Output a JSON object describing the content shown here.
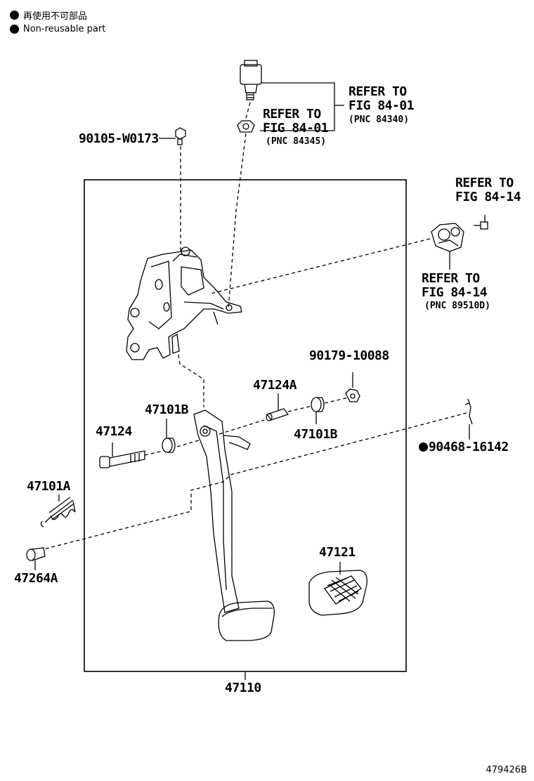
{
  "legend": {
    "jp": "再使用不可部品",
    "en": "Non-reusable part"
  },
  "refs": {
    "r1_line1": "REFER TO",
    "r1_line2": "FIG 84-01",
    "r1_pnc": "(PNC 84340)",
    "r2_line1": "REFER TO",
    "r2_line2": "FIG 84-01",
    "r2_pnc": "(PNC 84345)",
    "r3_line1": "REFER TO",
    "r3_line2": "FIG 84-14",
    "r4_line1": "REFER TO",
    "r4_line2": "FIG 84-14",
    "r4_pnc": "(PNC 89510D)"
  },
  "parts": {
    "p90105": "90105-W0173",
    "p90179": "90179-10088",
    "p47124A": "47124A",
    "p47101B_a": "47101B",
    "p47101B_b": "47101B",
    "p47124": "47124",
    "p90468": "90468-16142",
    "p47101A": "47101A",
    "p47264A": "47264A",
    "p47121": "47121",
    "p47110": "47110"
  },
  "figure_id": "479426B",
  "colors": {
    "line": "#000000",
    "background": "#ffffff"
  }
}
